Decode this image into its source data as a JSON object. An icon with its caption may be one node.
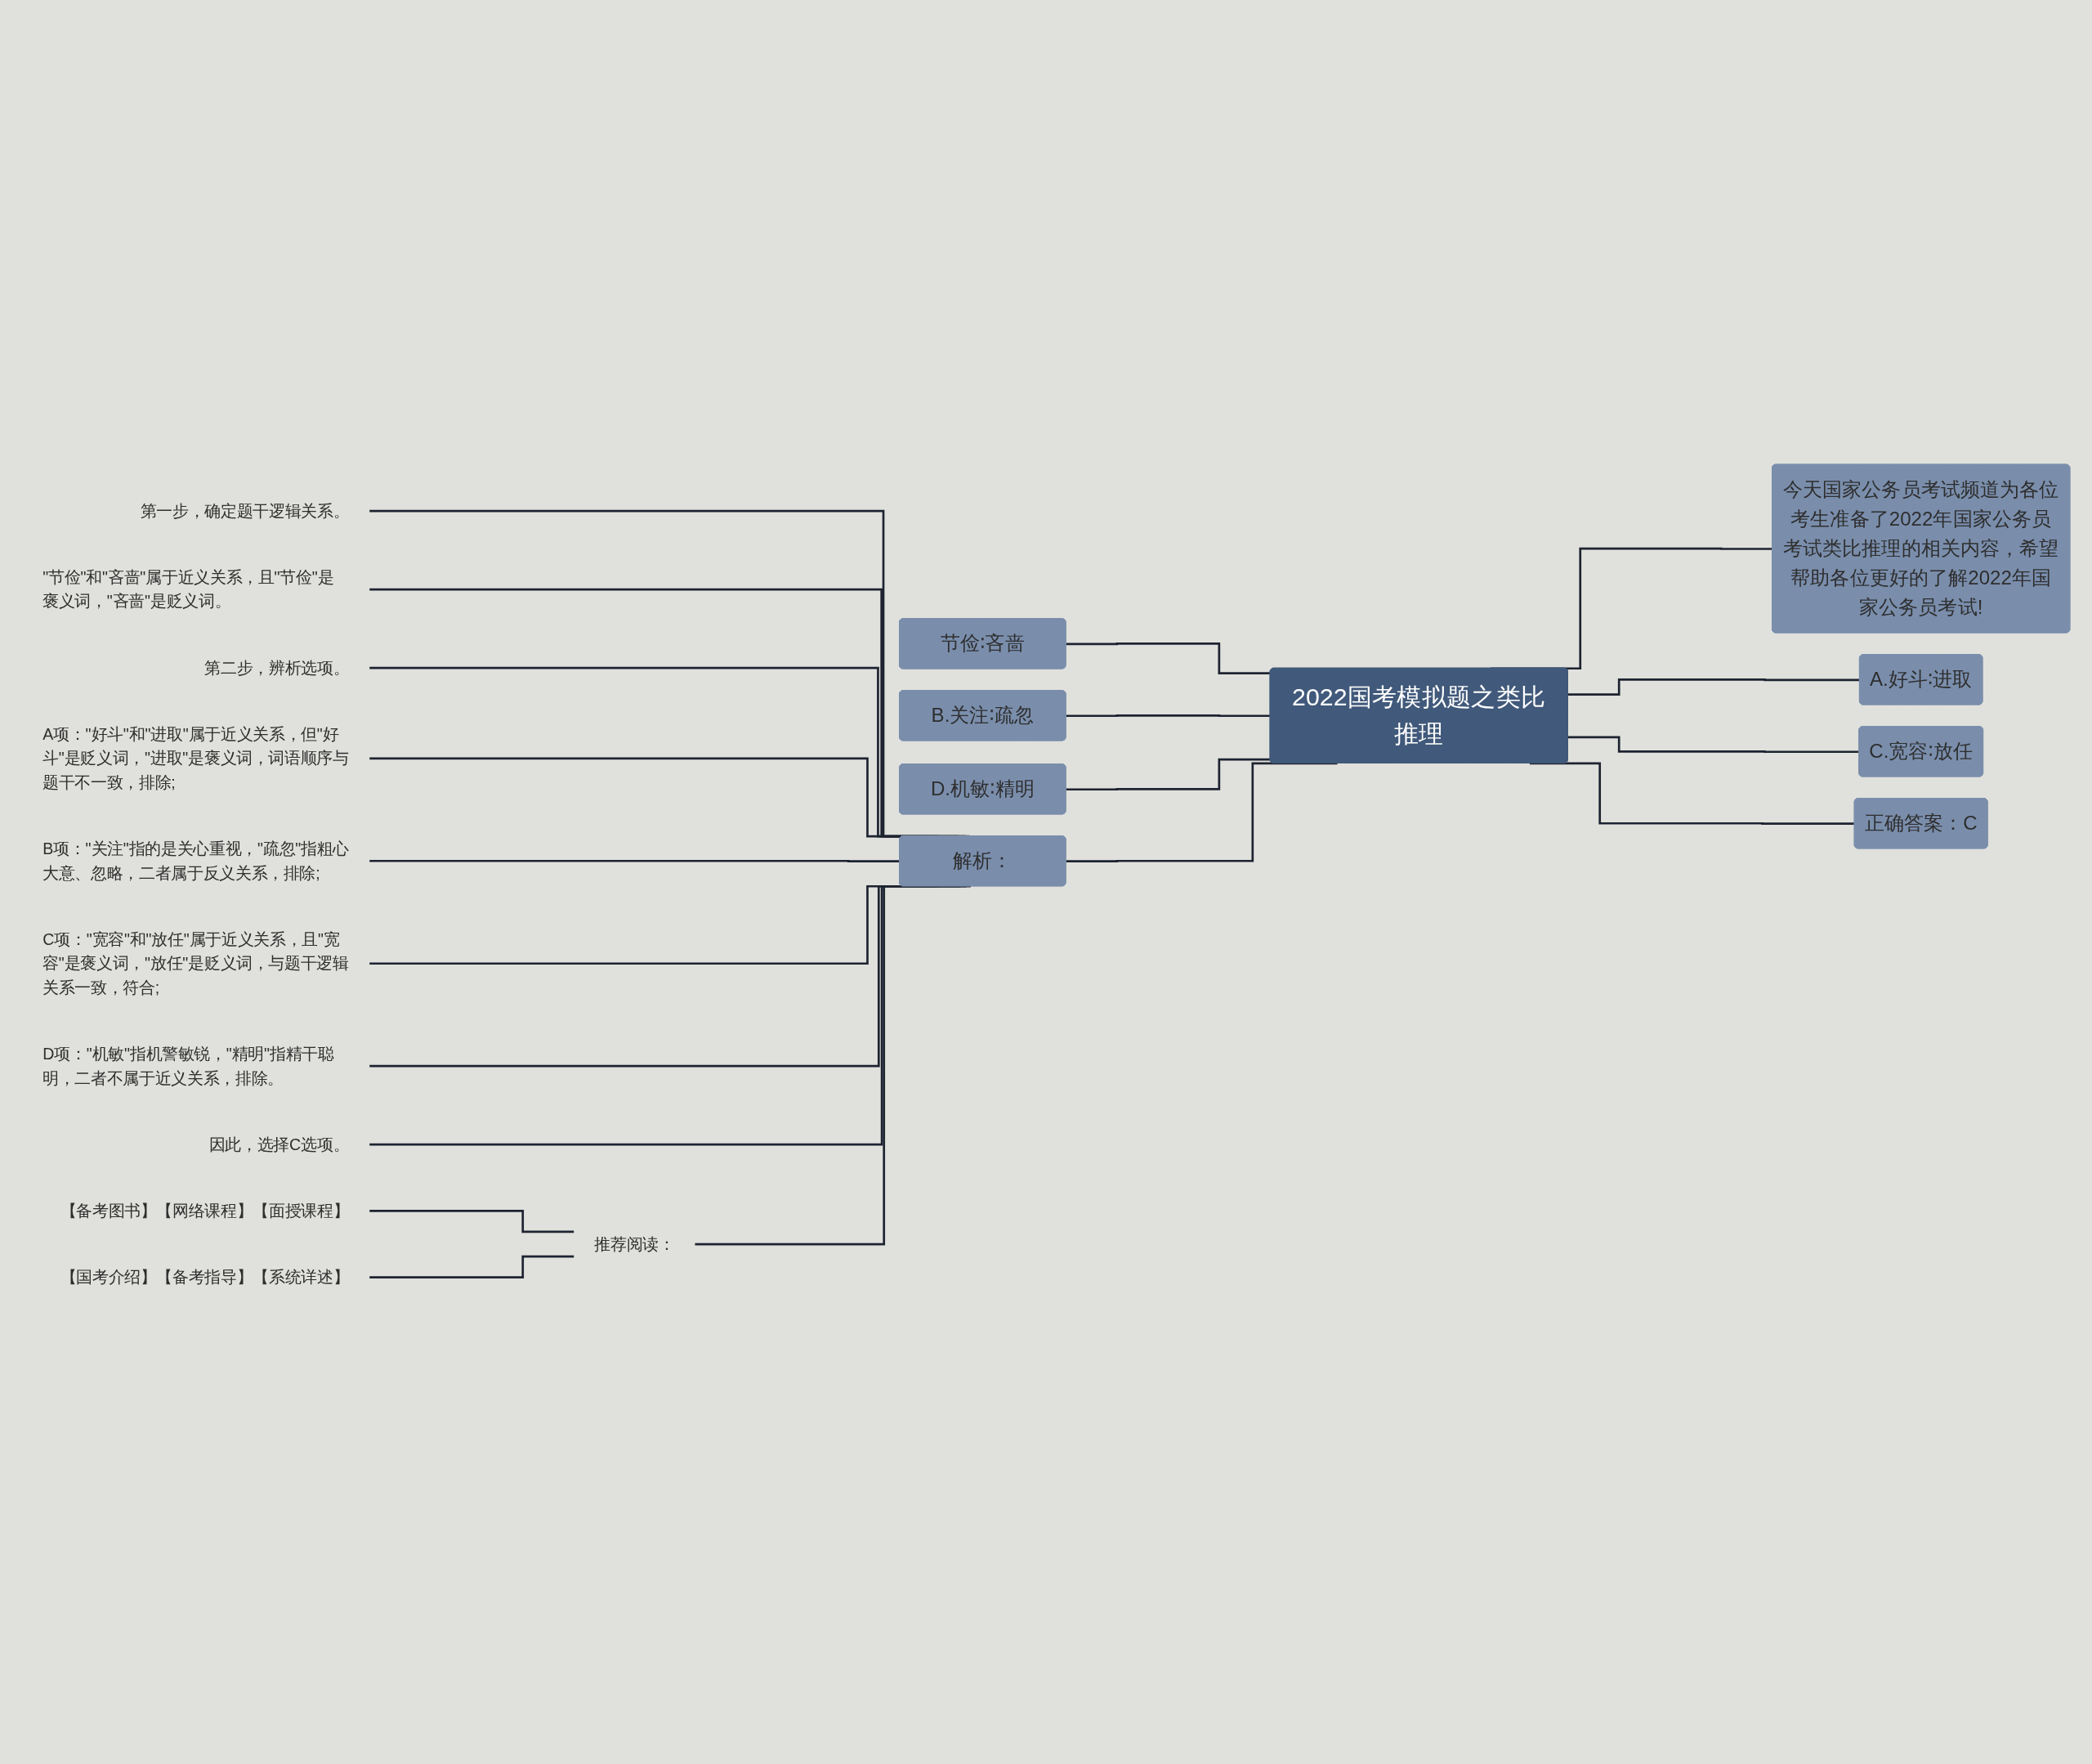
{
  "diagram": {
    "nodes": [
      {
        "text": [
          "2022国考模拟题之类比推理"
        ]
      },
      {
        "text": [
          "节俭∶吝啬"
        ]
      },
      {
        "text": [
          "B.关注∶疏忽"
        ]
      },
      {
        "text": [
          "D.机敏∶精明"
        ]
      },
      {
        "text": [
          "解析："
        ]
      },
      {
        "text": [
          "第一步，确定题干逻辑关系。"
        ]
      },
      {
        "text": [
          "\"节俭\"和\"吝啬\"属于近义关系，且\"节俭\"是褒义词，\"吝啬\"是贬义词。"
        ]
      },
      {
        "text": [
          "第二步，辨析选项。"
        ]
      },
      {
        "text": [
          "A项：\"好斗\"和\"进取\"属于近义关系，但\"好斗\"是贬义词，\"进取\"是褒义词，词语顺序与题干不一致，排除;"
        ]
      },
      {
        "text": [
          "B项：\"关注\"指的是关心重视，\"疏忽\"指粗心大意、忽略，二者属于反义关系，排除;"
        ]
      },
      {
        "text": [
          "C项：\"宽容\"和\"放任\"属于近义关系，且\"宽容\"是褒义词，\"放任\"是贬义词，与题干逻辑关系一致，符合;"
        ]
      },
      {
        "text": [
          "D项：\"机敏\"指机警敏锐，\"精明\"指精干聪明，二者不属于近义关系，排除。"
        ]
      },
      {
        "text": [
          "因此，选择C选项。"
        ]
      },
      {
        "text": [
          "推荐阅读："
        ]
      },
      {
        "text": [
          "【备考图书】【网络课程】【面授课程】"
        ]
      },
      {
        "text": [
          "【国考介绍】【备考指导】【系统详述】"
        ]
      },
      {
        "text": [
          "今天国家公务员考试频道为各位考生准备了2022年国家公务员考试类比推理的相关内容，希望帮助各位更好的了解2022年国家公务员考试!"
        ]
      },
      {
        "text": [
          "A.好斗∶进取"
        ]
      },
      {
        "text": [
          "C.宽容∶放任"
        ]
      },
      {
        "text": [
          "正确答案：C"
        ]
      }
    ],
    "edges": [
      {
        "from": 1,
        "to": 0,
        "arrow": "none"
      },
      {
        "from": 2,
        "to": 0,
        "arrow": "none"
      },
      {
        "from": 3,
        "to": 0,
        "arrow": "none"
      },
      {
        "from": 4,
        "to": 0,
        "arrow": "none"
      },
      {
        "from": 5,
        "to": 4,
        "arrow": "none"
      },
      {
        "from": 6,
        "to": 4,
        "arrow": "none"
      },
      {
        "from": 7,
        "to": 4,
        "arrow": "none"
      },
      {
        "from": 8,
        "to": 4,
        "arrow": "none"
      },
      {
        "from": 9,
        "to": 4,
        "arrow": "none"
      },
      {
        "from": 10,
        "to": 4,
        "arrow": "none"
      },
      {
        "from": 11,
        "to": 4,
        "arrow": "none"
      },
      {
        "from": 12,
        "to": 4,
        "arrow": "none"
      },
      {
        "from": 13,
        "to": 4,
        "arrow": "none"
      },
      {
        "from": 14,
        "to": 13,
        "arrow": "none"
      },
      {
        "from": 15,
        "to": 13,
        "arrow": "none"
      },
      {
        "from": 0,
        "to": 16,
        "arrow": "none"
      },
      {
        "from": 0,
        "to": 17,
        "arrow": "none"
      },
      {
        "from": 0,
        "to": 18,
        "arrow": "none"
      },
      {
        "from": 0,
        "to": 19,
        "arrow": "none"
      }
    ]
  }
}
